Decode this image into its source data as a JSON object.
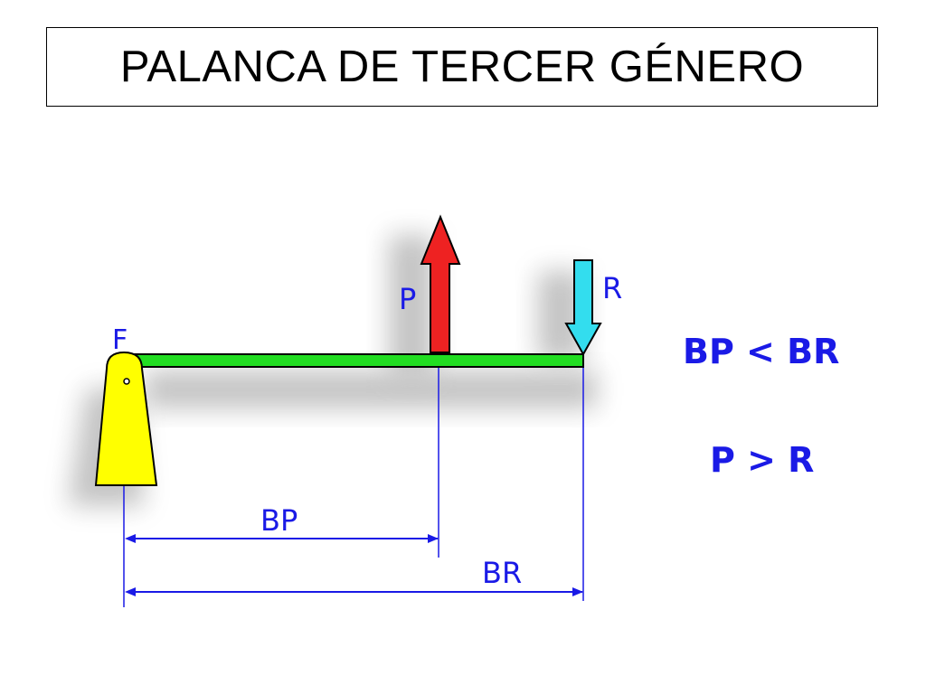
{
  "title": "PALANCA DE TERCER GÉNERO",
  "diagram": {
    "fulcrum_label": "F",
    "effort_label": "P",
    "resistance_label": "R",
    "effort_arm_label": "BP",
    "resistance_arm_label": "BR",
    "relation_arms": "BP < BR",
    "relation_forces": "P > R"
  },
  "colors": {
    "lever": "#22dd22",
    "fulcrum": "#ffff00",
    "effort_arrow": "#ee2222",
    "resistance_arrow": "#33ddee",
    "labels": "#1a1ae6"
  }
}
